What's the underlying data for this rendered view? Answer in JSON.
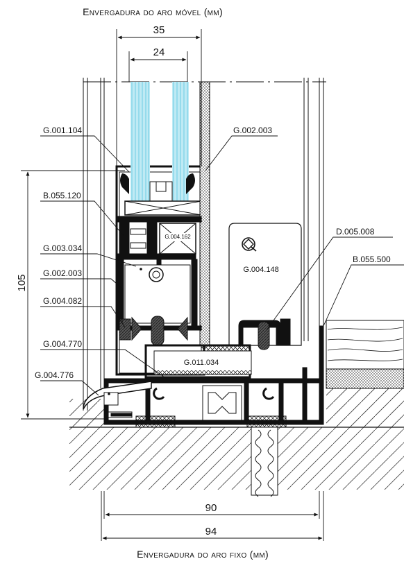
{
  "header": {
    "caption": "Envergadura do aro móvel (mm)"
  },
  "footer": {
    "caption": "Envergadura do aro fixo (mm)"
  },
  "dimensions": {
    "top_outer": "35",
    "top_inner": "24",
    "height": "105",
    "bottom_inner": "90",
    "bottom_outer": "94"
  },
  "labels": {
    "g001104": "G.001.104",
    "g002003_top": "G.002.003",
    "b055120": "B.055.120",
    "g003034": "G.003.034",
    "g004162": "G.004.162",
    "g004148": "G.004.148",
    "d005008": "D.005.008",
    "b055500": "B.055.500",
    "g002003_mid": "G.002.003",
    "g004082": "G.004.082",
    "g004770": "G.004.770",
    "g011034": "G.011.034",
    "g004776": "G.004.776"
  },
  "icons": {
    "logo": "q-logo-icon"
  },
  "colors": {
    "line": "#111111",
    "glass": "#7fd3e8",
    "white": "#ffffff"
  }
}
